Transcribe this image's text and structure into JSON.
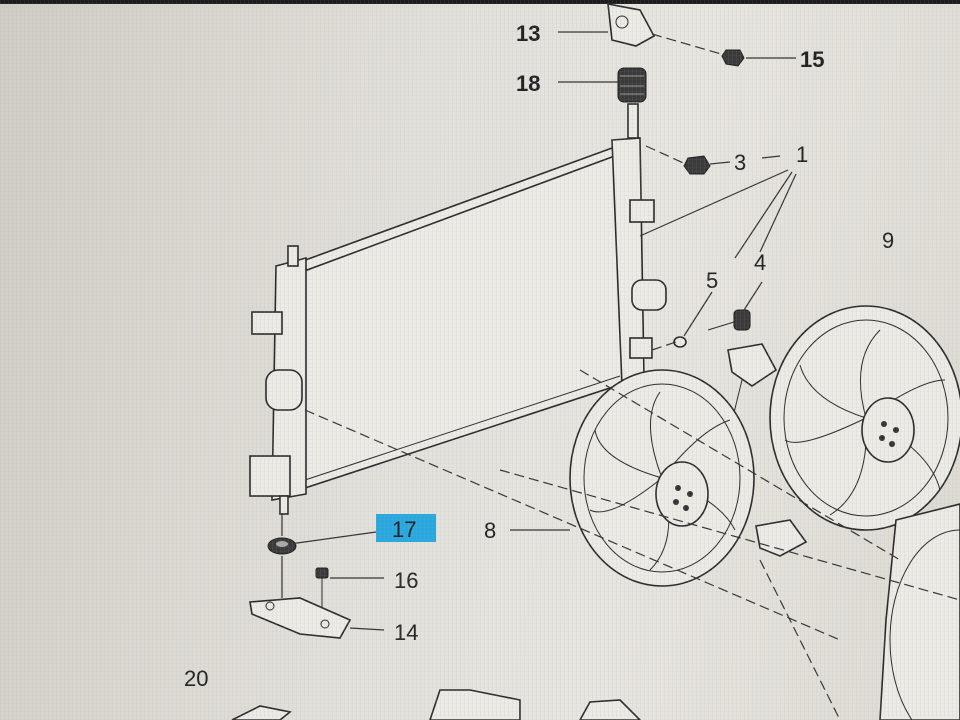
{
  "callouts": {
    "c1": "1",
    "c3": "3",
    "c4": "4",
    "c5": "5",
    "c8": "8",
    "c9": "9",
    "c13": "13",
    "c14": "14",
    "c15": "15",
    "c16": "16",
    "c17": "17",
    "c18": "18",
    "c20": "20"
  },
  "colors": {
    "highlight": "#29a8e0",
    "ink": "#222222"
  }
}
